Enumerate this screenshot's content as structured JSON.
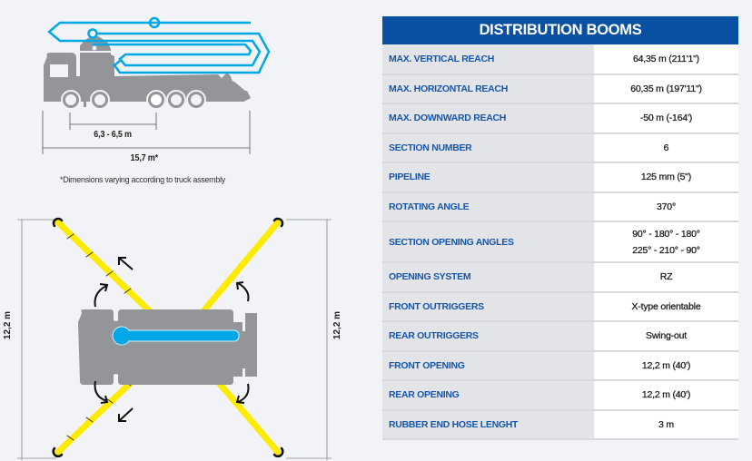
{
  "diagram": {
    "side_view": {
      "wheelbase_label": "6,3 - 6,5 m",
      "total_length_label": "15,7 m*",
      "footnote": "*Dimensions varying according to truck assembly"
    },
    "top_view": {
      "left_opening_label": "12,2 m",
      "right_opening_label": "12,2 m"
    },
    "colors": {
      "boom": "#00a8e8",
      "truck": "#939598",
      "outrigger": "#ffeb00",
      "header": "#0950a3",
      "label_text": "#1656a8"
    }
  },
  "table": {
    "title": "DISTRIBUTION BOOMS",
    "rows": [
      {
        "label": "MAX. VERTICAL REACH",
        "value": "64,35 m (211'1\")"
      },
      {
        "label": "MAX. HORIZONTAL REACH",
        "value": "60,35 m (197'11\")"
      },
      {
        "label": "MAX. DOWNWARD REACH",
        "value": "-50 m (-164')"
      },
      {
        "label": "SECTION NUMBER",
        "value": "6"
      },
      {
        "label": "PIPELINE",
        "value": "125 mm (5\")"
      },
      {
        "label": "ROTATING ANGLE",
        "value": "370°"
      },
      {
        "label": "SECTION OPENING ANGLES",
        "value": "90° - 180° - 180°",
        "value2": "225° - 210° - 90°"
      },
      {
        "label": "OPENING SYSTEM",
        "value": "RZ"
      },
      {
        "label": "FRONT OUTRIGGERS",
        "value": "X-type orientable"
      },
      {
        "label": "REAR OUTRIGGERS",
        "value": "Swing-out"
      },
      {
        "label": "FRONT OPENING",
        "value": "12,2 m (40')"
      },
      {
        "label": "REAR OPENING",
        "value": "12,2 m (40')"
      },
      {
        "label": "RUBBER END HOSE LENGHT",
        "value": "3 m"
      }
    ]
  }
}
